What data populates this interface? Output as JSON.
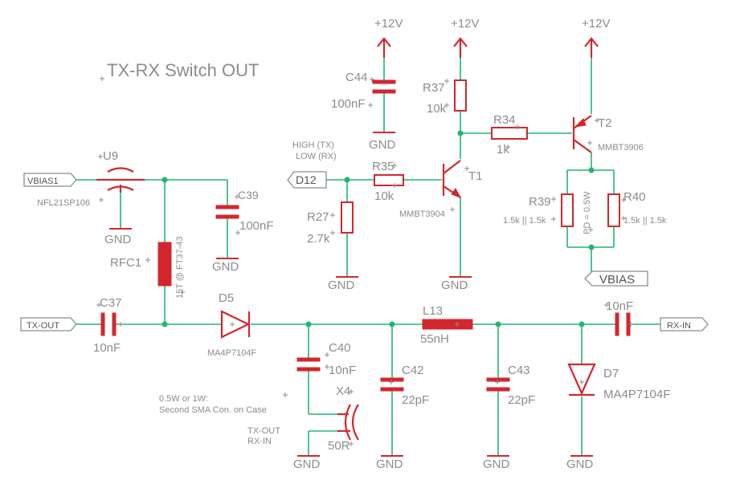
{
  "title": "TX-RX Switch OUT",
  "colors": {
    "wire": "#22b573",
    "part": "#d3272e",
    "label": "#8c8c8c"
  },
  "supplies": [
    "+12V",
    "+12V",
    "+12V"
  ],
  "ports": {
    "vbias1": "VBIAS1",
    "d12": "D12",
    "vbias": "VBIAS",
    "tx_out": "TX-OUT",
    "rx_in": "RX-IN"
  },
  "gnd": "GND",
  "components": {
    "u9": {
      "name": "U9",
      "value": "NFL21SP106"
    },
    "c39": {
      "name": "C39",
      "value": "100nF"
    },
    "rfc1": {
      "name": "RFC1",
      "value": "15T @ FT37-43"
    },
    "c44": {
      "name": "C44",
      "value": "100nF"
    },
    "r37": {
      "name": "R37",
      "value": "10k"
    },
    "r34": {
      "name": "R34",
      "value": "1k"
    },
    "t2": {
      "name": "T2",
      "value": "MMBT3906"
    },
    "r35": {
      "name": "R35",
      "value": "10k"
    },
    "t1": {
      "name": "T1",
      "value": "MMBT3904"
    },
    "r27": {
      "name": "R27",
      "value": "2.7k"
    },
    "r39": {
      "name": "R39",
      "value": "1.5k || 1.5k"
    },
    "r40": {
      "name": "R40",
      "value": "1.5k || 1.5k"
    },
    "pd_note": "PD = 0.5W",
    "c37": {
      "name": "C37",
      "value": "10nF"
    },
    "d5": {
      "name": "D5",
      "value": "MA4P7104F"
    },
    "c40": {
      "name": "C40",
      "value": "10nF"
    },
    "c42": {
      "name": "C42",
      "value": "22pF"
    },
    "l13": {
      "name": "L13",
      "value": "55nH"
    },
    "c43": {
      "name": "C43",
      "value": "22pF"
    },
    "d7": {
      "name": "D7",
      "value": "MA4P7104F"
    },
    "c_rx": {
      "value": "10nF"
    },
    "x4": {
      "name": "X4",
      "value": "50R"
    }
  },
  "notes": {
    "high_tx": "HIGH (TX)",
    "low_rx": "LOW (RX)",
    "power_line1": "0.5W or 1W:",
    "power_line2": "Second SMA Con. on Case",
    "x4_pin1": "TX-OUT",
    "x4_pin2": "RX-IN"
  }
}
